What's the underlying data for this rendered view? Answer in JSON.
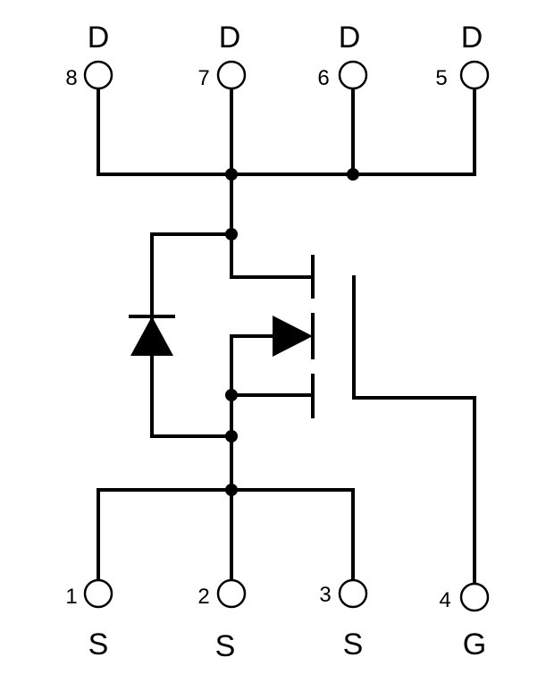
{
  "pins": [
    {
      "number": "8",
      "name": "D"
    },
    {
      "number": "7",
      "name": "D"
    },
    {
      "number": "6",
      "name": "D"
    },
    {
      "number": "5",
      "name": "D"
    },
    {
      "number": "1",
      "name": "S"
    },
    {
      "number": "2",
      "name": "S"
    },
    {
      "number": "3",
      "name": "S"
    },
    {
      "number": "4",
      "name": "G"
    }
  ]
}
